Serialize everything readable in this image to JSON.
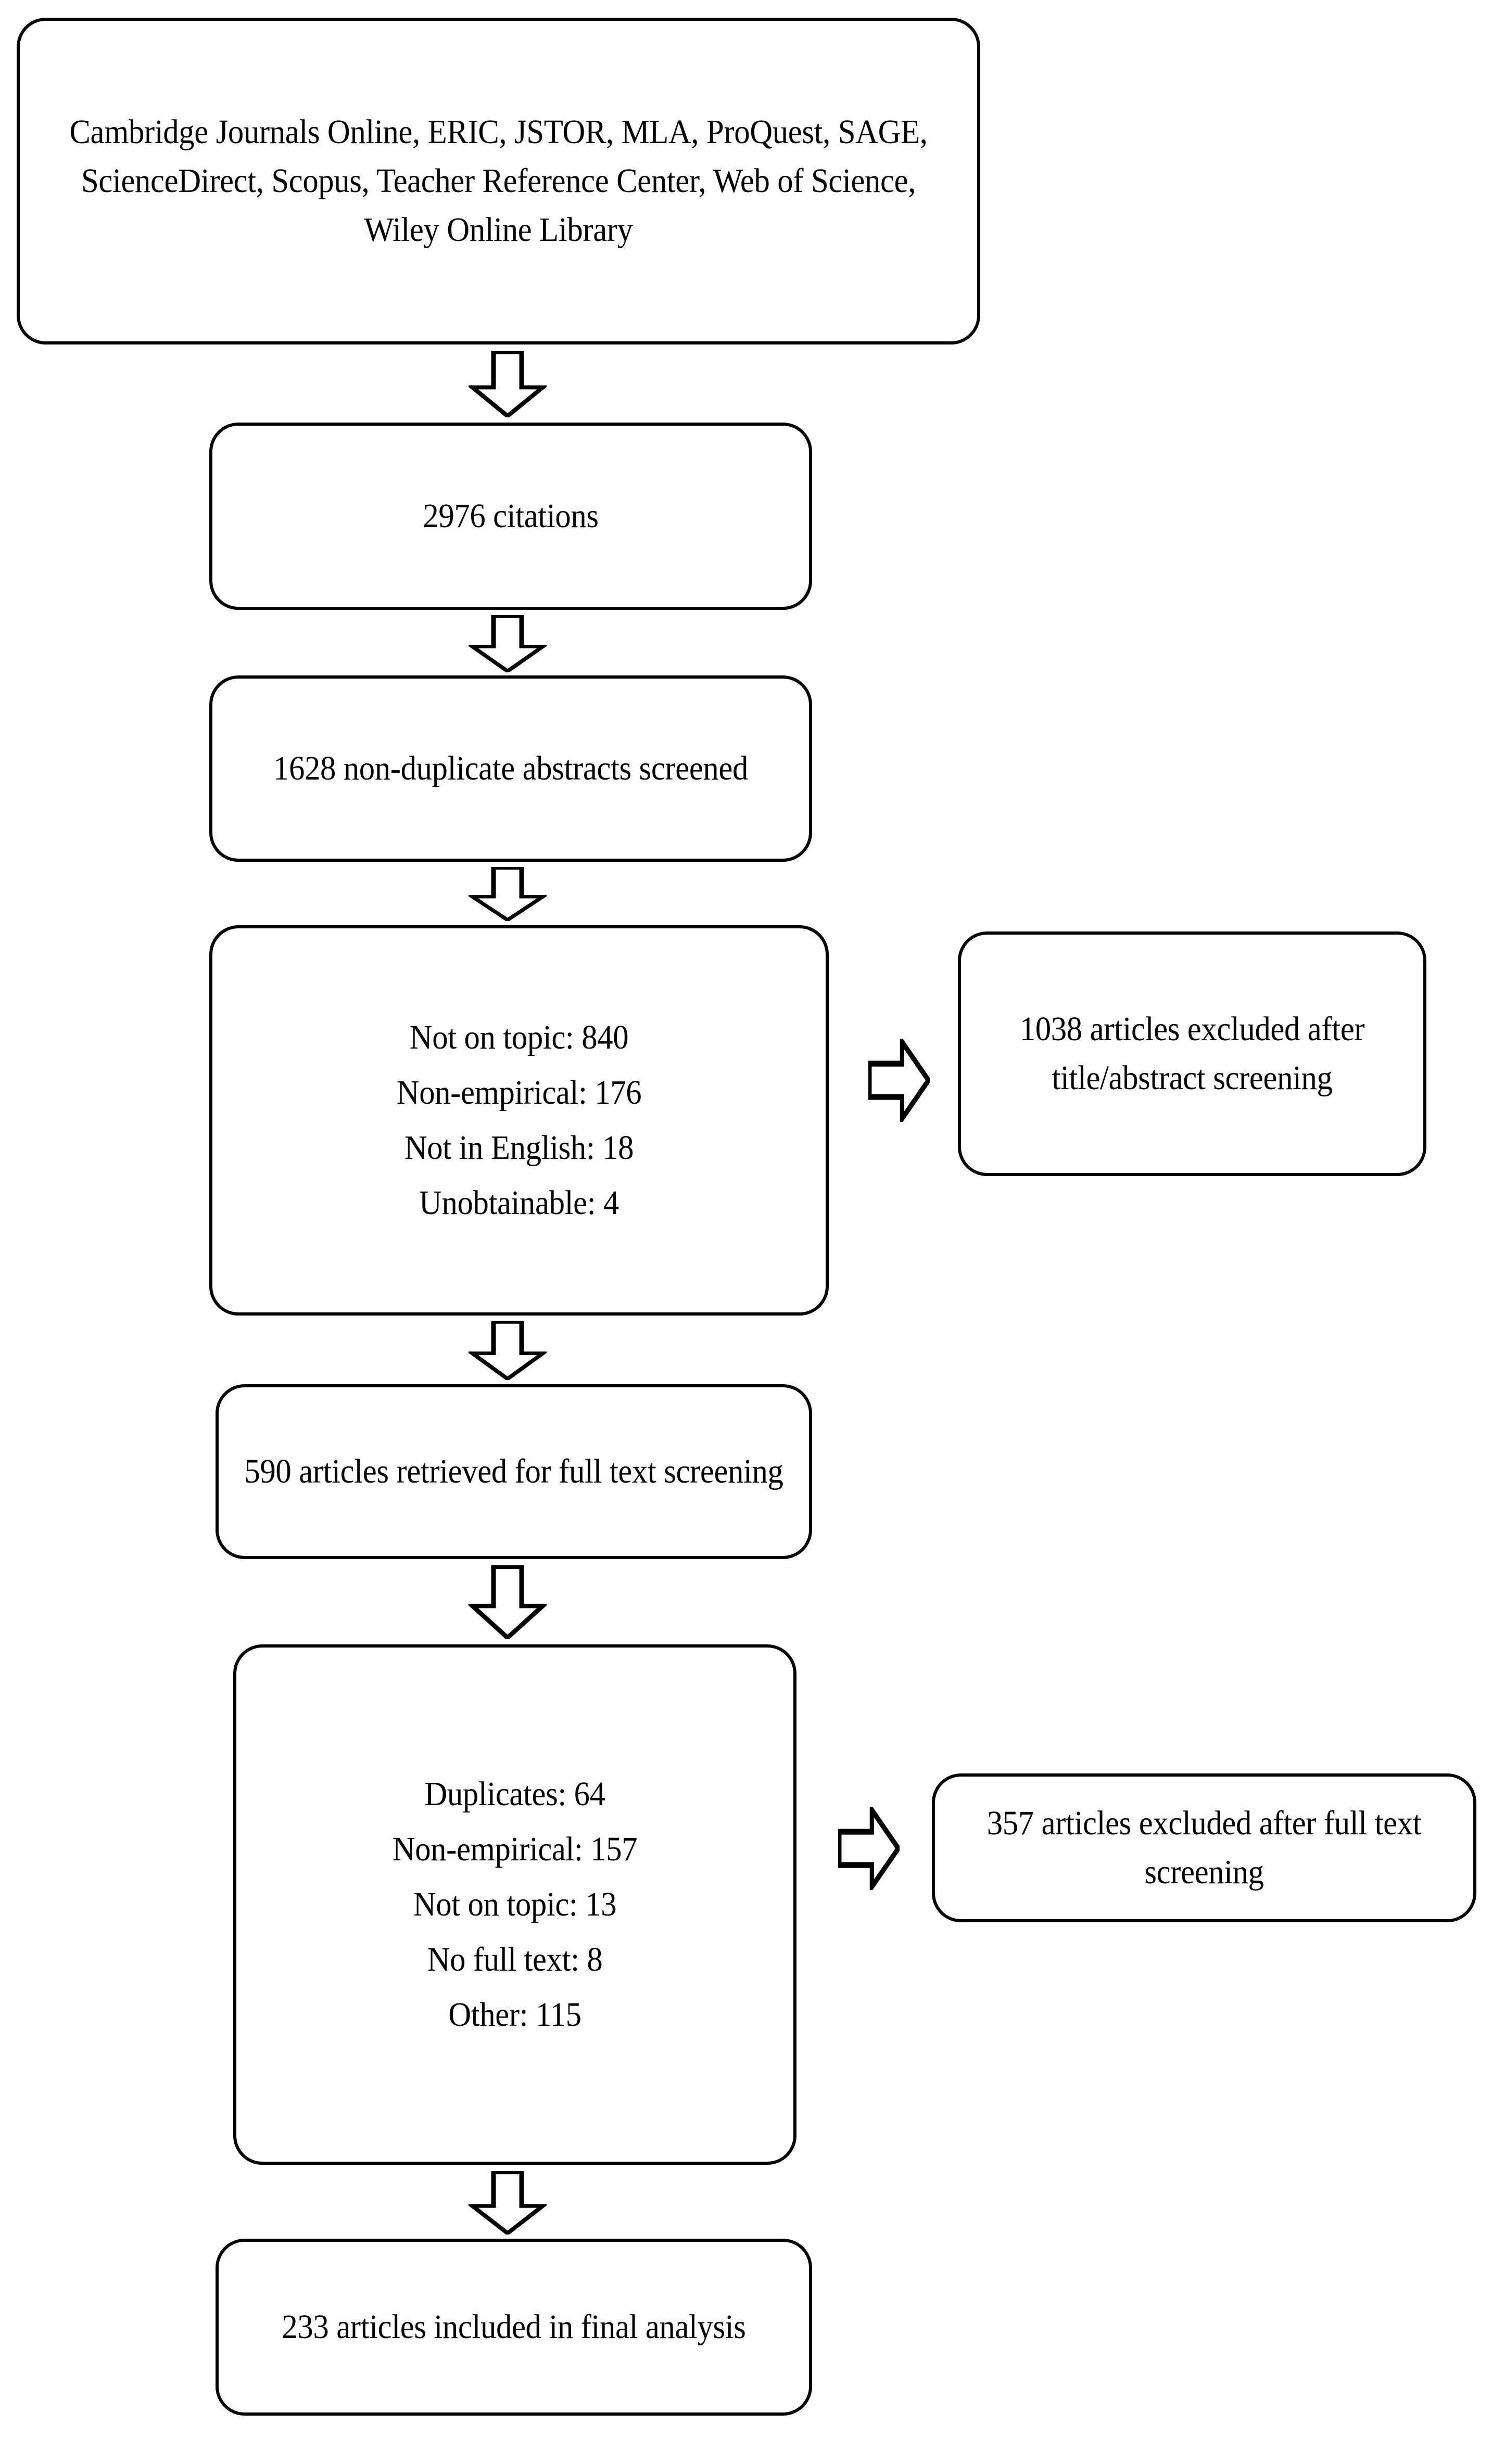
{
  "diagram": {
    "title": "PRISMA literature selection flow diagram",
    "colors": {
      "stroke": "#000000",
      "background": "#ffffff",
      "text": "#000000"
    },
    "nodes": {
      "sources": {
        "name": "databases-searched",
        "text": "Cambridge Journals Online, ERIC, JSTOR, MLA, ProQuest, SAGE, ScienceDirect, Scopus, Teacher Reference Center, Web of Science, Wiley Online Library",
        "databases": [
          "Cambridge Journals Online",
          "ERIC",
          "JSTOR",
          "MLA",
          "ProQuest",
          "SAGE",
          "ScienceDirect",
          "Scopus",
          "Teacher Reference Center",
          "Web of Science",
          "Wiley Online Library"
        ]
      },
      "citations": {
        "name": "citations-identified",
        "text": "2976 citations",
        "count": 2976
      },
      "abstracts": {
        "name": "non-duplicate-abstracts-screened",
        "text": "1628 non-duplicate abstracts screened",
        "count": 1628
      },
      "exclusion_title_abstract": {
        "name": "title-abstract-exclusion-reasons",
        "lines": [
          "Not on topic: 840",
          "Non-empirical: 176",
          "Not in English: 18",
          "Unobtainable: 4"
        ],
        "reasons": [
          {
            "label": "Not on topic",
            "count": 840
          },
          {
            "label": "Non-empirical",
            "count": 176
          },
          {
            "label": "Not in English",
            "count": 18
          },
          {
            "label": "Unobtainable",
            "count": 4
          }
        ]
      },
      "excluded_title_abstract": {
        "name": "articles-excluded-title-abstract",
        "text": "1038 articles excluded after title/abstract screening",
        "count": 1038
      },
      "retrieved": {
        "name": "articles-retrieved-full-text",
        "text": "590 articles retrieved for full text screening",
        "count": 590
      },
      "exclusion_full_text": {
        "name": "full-text-exclusion-reasons",
        "lines": [
          "Duplicates: 64",
          "Non-empirical: 157",
          "Not on topic: 13",
          "No full text: 8",
          "Other: 115"
        ],
        "reasons": [
          {
            "label": "Duplicates",
            "count": 64
          },
          {
            "label": "Non-empirical",
            "count": 157
          },
          {
            "label": "Not on topic",
            "count": 13
          },
          {
            "label": "No full text",
            "count": 8
          },
          {
            "label": "Other",
            "count": 115
          }
        ]
      },
      "excluded_full_text": {
        "name": "articles-excluded-full-text",
        "text": "357 articles excluded after full text screening",
        "count": 357
      },
      "final": {
        "name": "articles-included-final-analysis",
        "text": "233 articles included in final analysis",
        "count": 233
      }
    },
    "connectors": [
      {
        "name": "arrow-sources-to-citations",
        "direction": "down"
      },
      {
        "name": "arrow-citations-to-abstracts",
        "direction": "down"
      },
      {
        "name": "arrow-abstracts-to-exclusion1",
        "direction": "down"
      },
      {
        "name": "arrow-exclusion1-to-excluded1",
        "direction": "right"
      },
      {
        "name": "arrow-exclusion1-to-retrieved",
        "direction": "down"
      },
      {
        "name": "arrow-retrieved-to-exclusion2",
        "direction": "down"
      },
      {
        "name": "arrow-exclusion2-to-excluded2",
        "direction": "right"
      },
      {
        "name": "arrow-exclusion2-to-final",
        "direction": "down"
      }
    ]
  }
}
